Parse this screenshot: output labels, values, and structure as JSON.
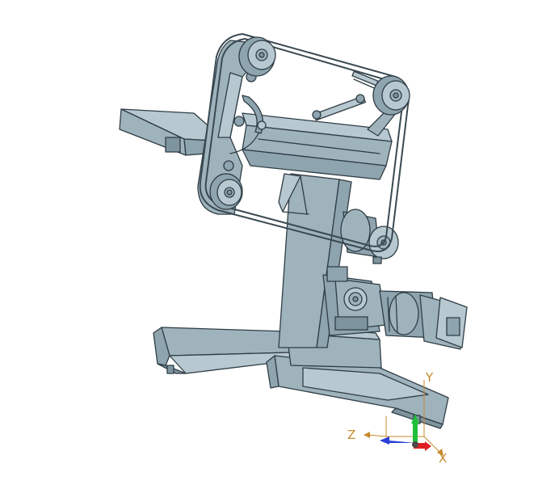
{
  "axes": {
    "x_label": "X",
    "y_label": "Y",
    "z_label": "Z",
    "x_color": "#e02020",
    "y_color": "#1fbf3a",
    "z_color": "#2a3fd6",
    "label_color": "#c58a2a"
  },
  "model": {
    "body_color": "#9fb3bc",
    "edge_color": "#2f3d45"
  }
}
